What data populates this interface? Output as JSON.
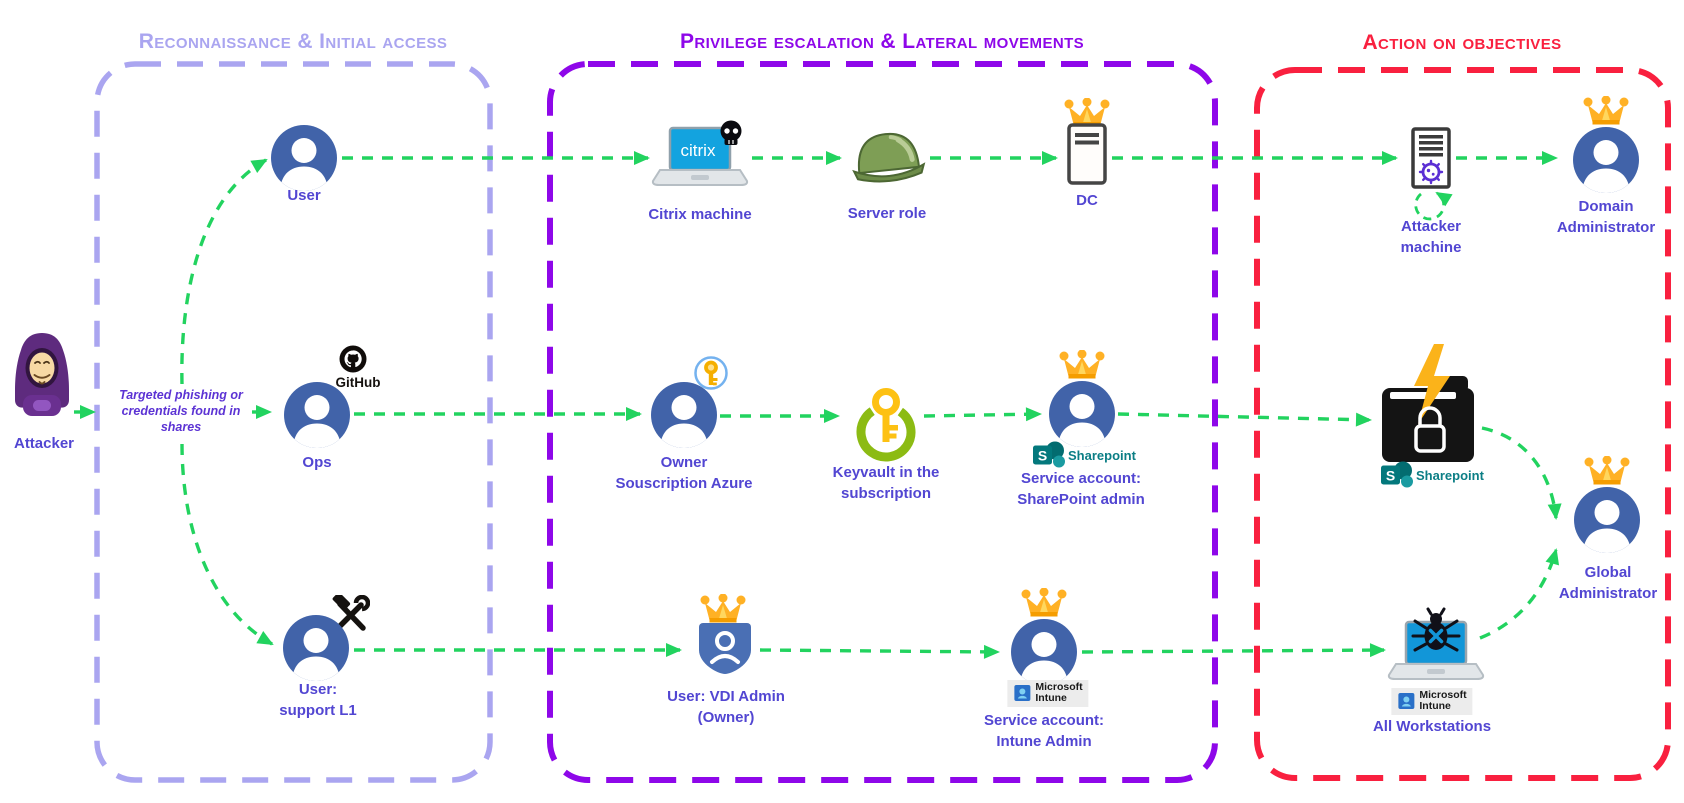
{
  "diagram": {
    "phases": [
      {
        "title": "Reconnaissance & Initial access",
        "color": "#aaa5f0"
      },
      {
        "title": "Privilege escalation & Lateral movements",
        "color": "#8e07e9"
      },
      {
        "title": "Action on objectives",
        "color": "#f9203f"
      }
    ],
    "edge_color": "#22d35f",
    "annotation": "Targeted phishing or\ncredentials found in\nshares",
    "nodes": {
      "attacker": {
        "label": "Attacker"
      },
      "user": {
        "label": "User"
      },
      "ops": {
        "label": "Ops"
      },
      "support_l1": {
        "label": "User:\nsupport L1"
      },
      "citrix_machine": {
        "label": "Citrix machine",
        "screen_text": "citrix"
      },
      "server_role": {
        "label": "Server role"
      },
      "dc": {
        "label": "DC"
      },
      "owner_subscription": {
        "label": "Owner\nSouscription Azure"
      },
      "keyvault": {
        "label": "Keyvault in the\nsubscription"
      },
      "sharepoint_admin": {
        "label": "Service account:\nSharePoint admin"
      },
      "vdi_admin": {
        "label": "User: VDI Admin\n(Owner)"
      },
      "intune_admin": {
        "label": "Service account:\nIntune Admin"
      },
      "attacker_machine": {
        "label": "Attacker\nmachine"
      },
      "domain_admin": {
        "label": "Domain\nAdministrator"
      },
      "global_admin": {
        "label": "Global\nAdministrator"
      },
      "sharepoint_files": {
        "label": "Sharepoint"
      },
      "all_workstations": {
        "label": "All Workstations"
      }
    },
    "logos": {
      "github": "GitHub",
      "sharepoint_s": "S",
      "sharepoint_text": "Sharepoint",
      "microsoft_intune": "Microsoft\nIntune"
    }
  }
}
